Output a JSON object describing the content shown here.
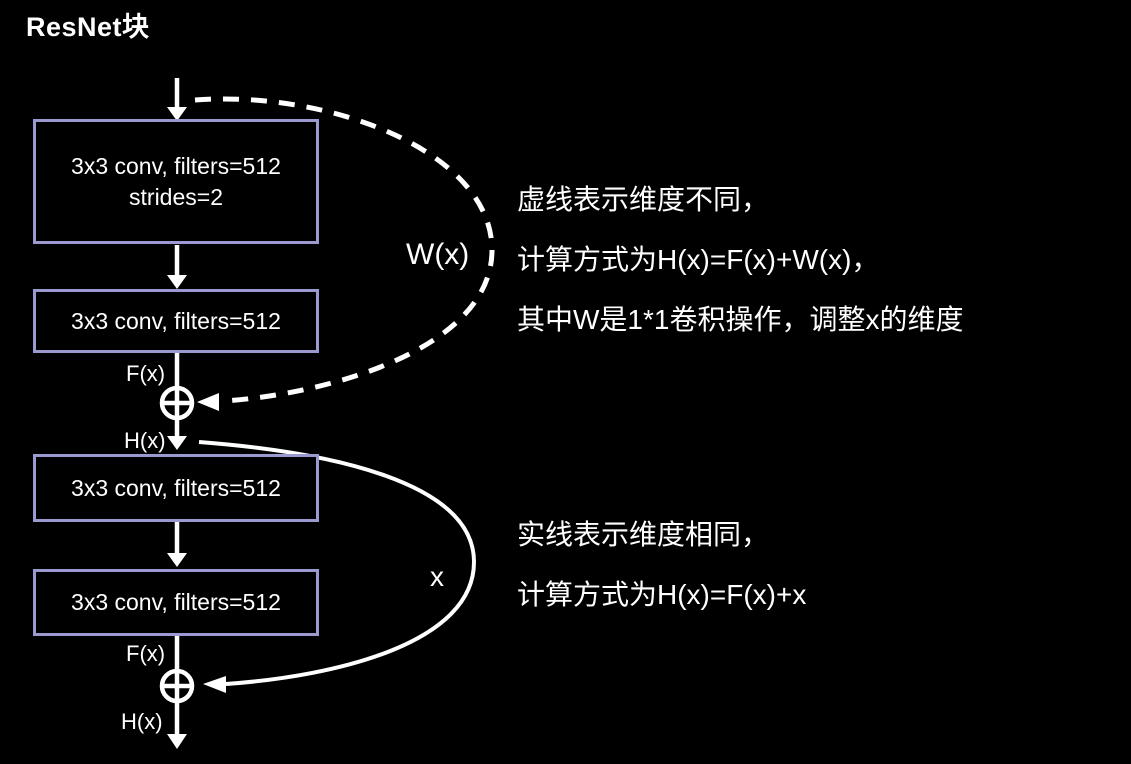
{
  "diagram": {
    "title": "ResNet块",
    "colors": {
      "background": "#000000",
      "box_border": "#9a9ad0",
      "line": "#ffffff",
      "text": "#ffffff"
    },
    "boxes": [
      {
        "lines": [
          "3x3 conv, filters=512",
          "strides=2"
        ]
      },
      {
        "lines": [
          "3x3 conv, filters=512"
        ]
      },
      {
        "lines": [
          "3x3 conv, filters=512"
        ]
      },
      {
        "lines": [
          "3x3 conv, filters=512"
        ]
      }
    ],
    "labels": {
      "f_top": "F(x)",
      "h_top": "H(x)",
      "w": "W(x)",
      "x": "x",
      "f_bottom": "F(x)",
      "h_bottom": "H(x)"
    },
    "annotations": {
      "dashed_note": {
        "lines": [
          "虚线表示维度不同，",
          "计算方式为H(x)=F(x)+W(x)，",
          "其中W是1*1卷积操作，调整x的维度"
        ]
      },
      "solid_note": {
        "lines": [
          "实线表示维度相同，",
          "计算方式为H(x)=F(x)+x"
        ]
      }
    }
  }
}
